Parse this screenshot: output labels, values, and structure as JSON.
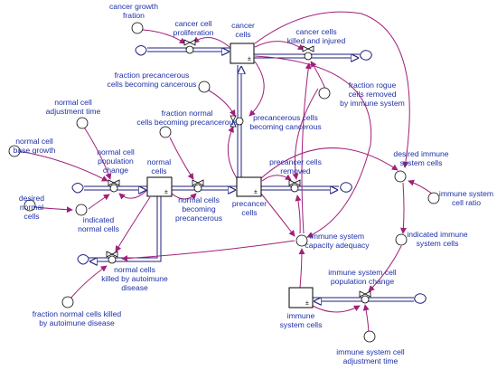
{
  "stocks": {
    "cancer_cells": {
      "label": "cancer\ncells",
      "sign": "±"
    },
    "normal_cells": {
      "label": "normal\ncells",
      "sign": "±"
    },
    "precancer_cells": {
      "label": "precancer\ncells",
      "sign": "±"
    },
    "immune_system_cells": {
      "label": "immune\nsystem cells",
      "sign": "±"
    }
  },
  "flows": {
    "cancer_cell_proliferation": "cancer cell\nproliferation",
    "cancer_cells_killed_and_injured": "cancer cells\nkilled and injured",
    "precancerous_cells_becoming_cancerous": "precancerous cells\nbecoming cancerous",
    "normal_cell_population_change": "normal cell\npopulation\nchange",
    "normal_cells_becoming_precancerous": "normal cells\nbecoming\nprecancerous",
    "precancer_cells_removed": "precancer cells\nremoved",
    "normal_cells_killed_by_autoimune_disease": "normal cells\nkilled by autoimune\ndisease",
    "immune_system_cell_population_change": "immune system cell\npopulation change"
  },
  "auxiliaries": {
    "cancer_growth_fration": "cancer growth\nfration",
    "fraction_precancerous_cells_becoming_cancerous": "fraction precancerous\ncells becoming cancerous",
    "fraction_normal_cells_becoming_precancerous": "fraction normal\ncells becoming precancerous",
    "fraction_rogue_cells_removed_by_immune_system": "fraction rogue\ncells removed\nby immune system",
    "normal_cell_adjustment_time": "normal cell\nadjustment time",
    "normal_cell_base_growth": "normal cell\nbase growth",
    "desired_normal_cells": "desired\nnormal\ncells",
    "indicated_normal_cells": "indicated\nnormal cells",
    "desired_immune_system_cells": "desired immune\nsystem cells",
    "immune_system_cell_ratio": "immune system\ncell ratio",
    "immune_system_capacity_adequacy": "immune system\ncapacity adequacy",
    "indicated_immune_system_cells": "indicated immune\nsystem cells",
    "fraction_normal_cells_killed_by_autoimune_disease": "fraction normal cells killed\nby autoimune disease",
    "immune_system_cell_adjustment_time": "immune system cell\nadjustment time"
  }
}
